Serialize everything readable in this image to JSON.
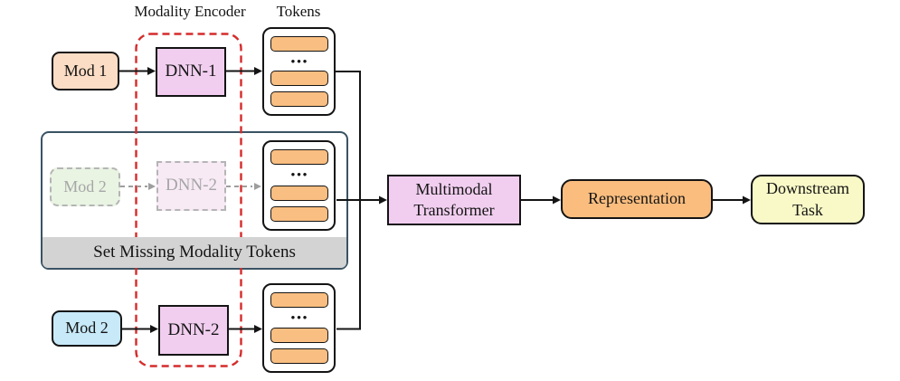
{
  "labels": {
    "modality_encoder": "Modality Encoder",
    "tokens": "Tokens"
  },
  "ellipsis": "•••",
  "row1": {
    "mod": "Mod 1",
    "dnn": "DNN-1"
  },
  "row2_missing": {
    "mod": "Mod 2",
    "dnn": "DNN-2",
    "banner": "Set Missing Modality Tokens"
  },
  "row3": {
    "mod": "Mod 2",
    "dnn": "DNN-2"
  },
  "pipeline": {
    "transformer": "Multimodal Transformer",
    "representation": "Representation",
    "downstream_task": "Downstream Task"
  },
  "colors": {
    "mod1_bg": "#FBDCC4",
    "mod2_bg": "#C7E9F8",
    "dnn_bg": "#F1CEEF",
    "token_bg": "#F9BE81",
    "representation_bg": "#FABD7E",
    "task_bg": "#F9F9C8",
    "faded_mod_bg": "#E9F4E3",
    "faded_dnn_bg": "#F7EAF5",
    "faded_border": "#B5B5B5",
    "faded_text": "#A6A6A6",
    "banner_bg": "#D3D3D3",
    "container_border": "#3A5364",
    "red_dashed": "#D52B2B",
    "arrow": "#141414",
    "gray_arrow": "#9E9E9E"
  }
}
